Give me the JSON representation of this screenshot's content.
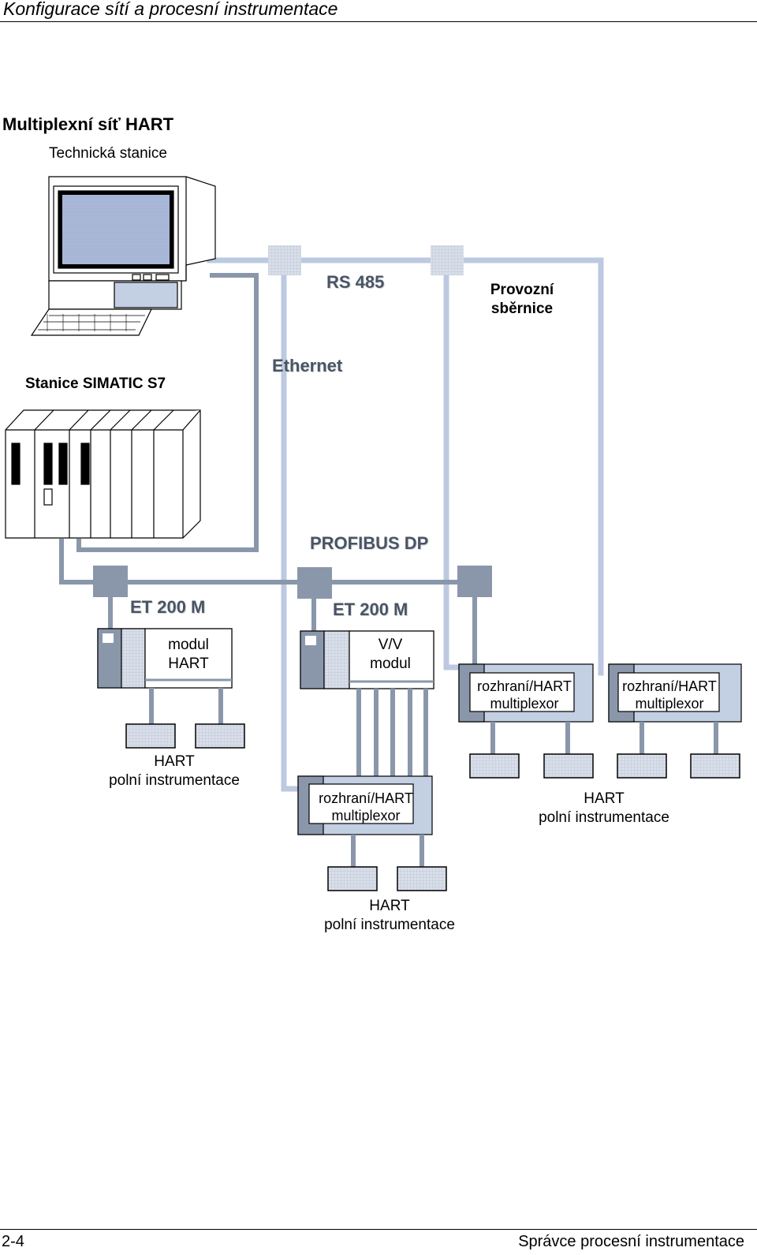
{
  "header": {
    "title": "Konfigurace sítí a procesní instrumentace"
  },
  "section": {
    "title": "Multiplexní síť HART"
  },
  "diagram": {
    "engineering_station": "Technická stanice",
    "s7_station": "Stanice SIMATIC S7",
    "buses": {
      "rs485": "RS 485",
      "fieldbus_line1": "Provozní",
      "fieldbus_line2": "sběrnice",
      "ethernet": "Ethernet",
      "profibus": "PROFIBUS DP"
    },
    "et200m_1": {
      "label": "ET 200 M",
      "module_line1": "modul",
      "module_line2": "HART"
    },
    "et200m_2": {
      "label": "ET 200 M",
      "module_line1": "V/V",
      "module_line2": "modul"
    },
    "mux_center": {
      "line1": "rozhraní/HART",
      "line2": "multiplexor"
    },
    "mux_right1": {
      "line1": "rozhraní/HART",
      "line2": "multiplexor"
    },
    "mux_right2": {
      "line1": "rozhraní/HART",
      "line2": "multiplexor"
    },
    "field_left": {
      "line1": "HART",
      "line2": "polní instrumentace"
    },
    "field_center": {
      "line1": "HART",
      "line2": "polní instrumentace"
    },
    "field_right": {
      "line1": "HART",
      "line2": "polní instrumentace"
    },
    "colors": {
      "bus_light": "#bcc9e0",
      "bus_dark": "#8a97ab",
      "node": "#c3cfe3",
      "screen": "#aab8d8"
    }
  },
  "footer": {
    "page_number": "2-4",
    "manual_title": "Správce procesní instrumentace"
  }
}
